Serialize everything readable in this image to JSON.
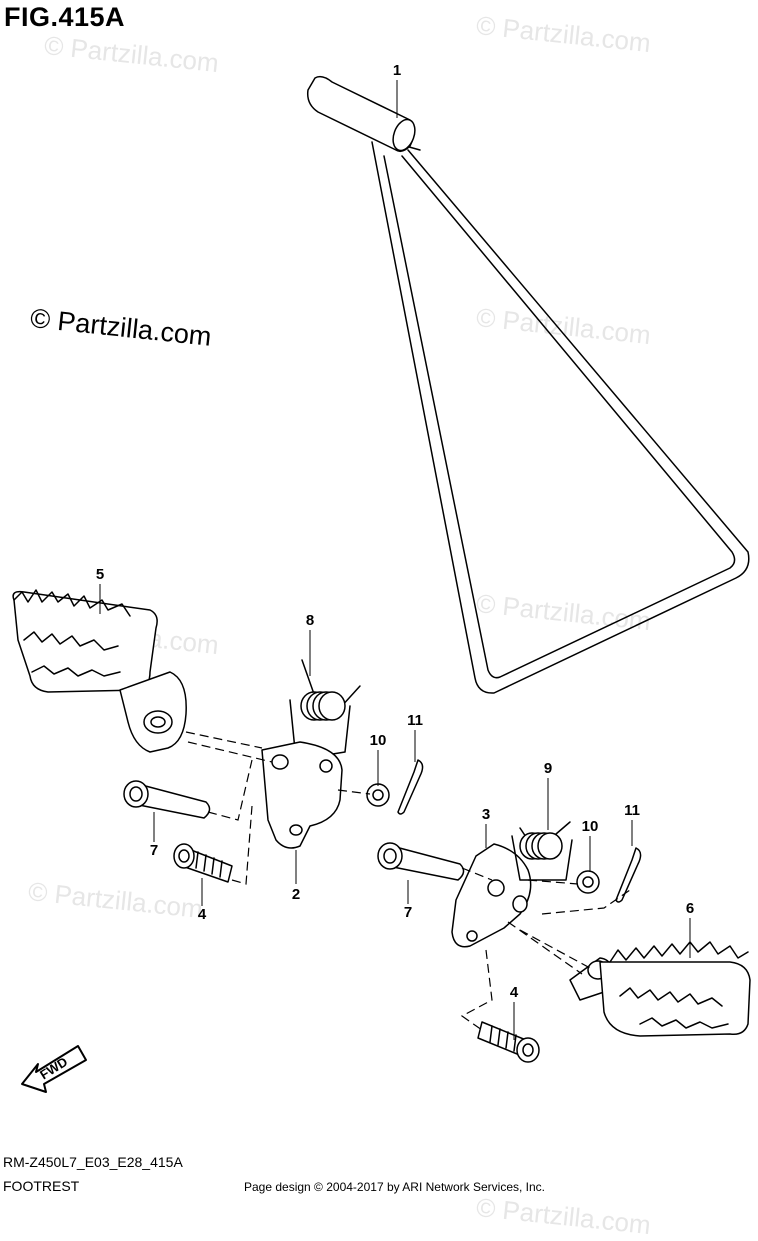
{
  "figure": {
    "title": "FIG.415A",
    "watermark_main": "© Partzilla.com",
    "watermark_faint": "© Partzilla.com",
    "model_code": "RM-Z450L7_E03_E28_415A",
    "section_name": "FOOTREST",
    "page_credit": "Page design © 2004-2017 by ARI Network Services, Inc.",
    "fwd_label": "FWD"
  },
  "callouts": [
    "1",
    "5",
    "8",
    "11",
    "10",
    "7",
    "2",
    "4",
    "9",
    "3",
    "10",
    "11",
    "6",
    "7",
    "4"
  ],
  "parts": [
    {
      "ref": "1",
      "name": "stand"
    },
    {
      "ref": "2",
      "name": "footrest bracket left"
    },
    {
      "ref": "3",
      "name": "footrest bracket right"
    },
    {
      "ref": "4",
      "name": "bolt"
    },
    {
      "ref": "5",
      "name": "footrest left"
    },
    {
      "ref": "6",
      "name": "footrest right"
    },
    {
      "ref": "7",
      "name": "pin"
    },
    {
      "ref": "8",
      "name": "spring left"
    },
    {
      "ref": "9",
      "name": "spring right"
    },
    {
      "ref": "10",
      "name": "washer"
    },
    {
      "ref": "11",
      "name": "cotter pin"
    }
  ]
}
